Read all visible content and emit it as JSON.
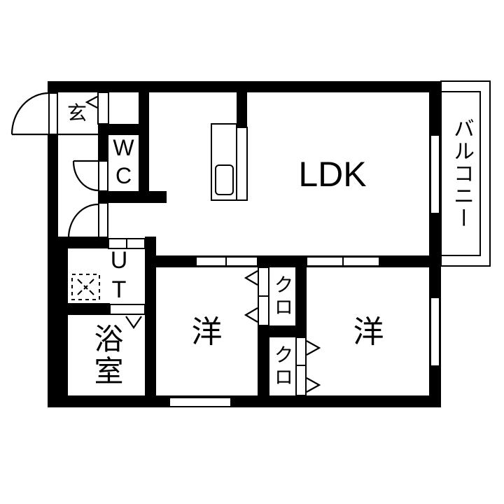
{
  "floorplan": {
    "rooms": {
      "entrance": {
        "label": "玄"
      },
      "wc": {
        "label": "WC"
      },
      "ldk": {
        "label": "LDK"
      },
      "balcony": {
        "label": "バルコニー"
      },
      "utility": {
        "label": "UT"
      },
      "bath": {
        "label": "浴室"
      },
      "bedroom_1": {
        "label": "洋"
      },
      "bedroom_2": {
        "label": "洋"
      },
      "closet_1": {
        "label": "クロ"
      },
      "closet_2": {
        "label": "クロ"
      }
    },
    "colors": {
      "wall": "#000000",
      "background": "#ffffff"
    }
  }
}
